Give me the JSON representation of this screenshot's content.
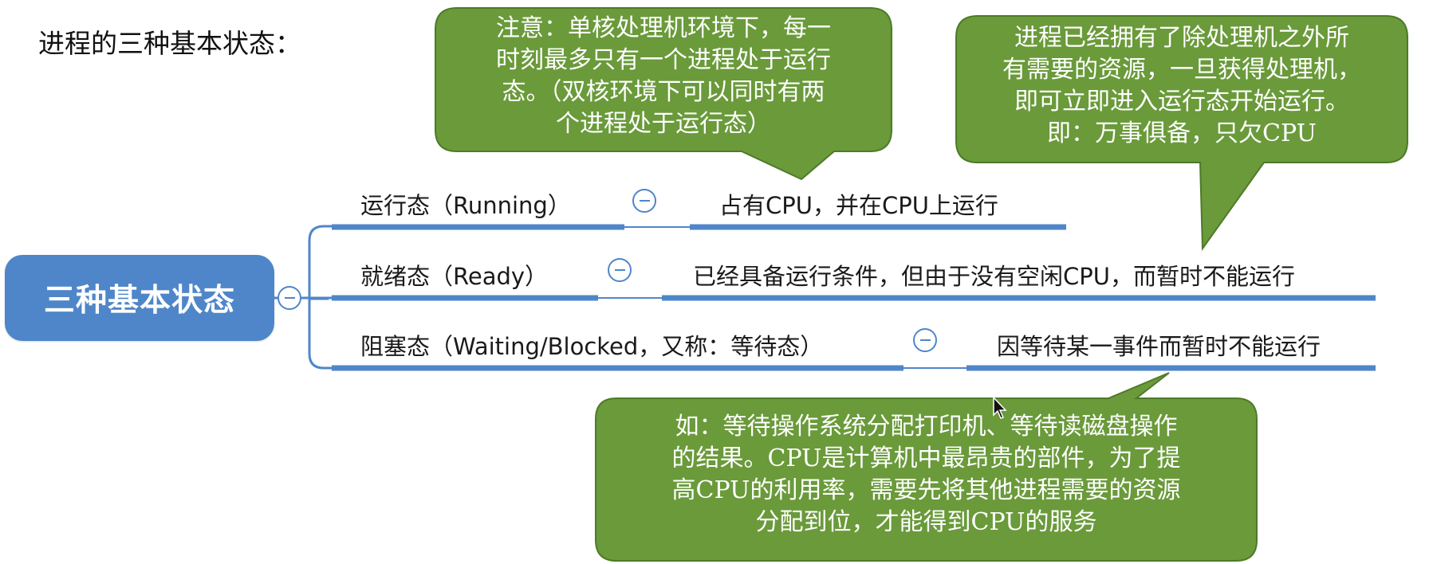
{
  "page_title": "进程的三种基本状态：",
  "root": {
    "label": "三种基本状态"
  },
  "branches": [
    {
      "label": "运行态（Running）",
      "description": "占有CPU，并在CPU上运行"
    },
    {
      "label": "就绪态（Ready）",
      "description": "已经具备运行条件，但由于没有空闲CPU，而暂时不能运行"
    },
    {
      "label": "阻塞态（Waiting/Blocked，又称：等待态）",
      "description": "因等待某一事件而暂时不能运行"
    }
  ],
  "callouts": {
    "running_note": {
      "lines": [
        "注意：单核处理机环境下，每一",
        "时刻最多只有一个进程处于运行",
        "态。（双核环境下可以同时有两",
        "个进程处于运行态）"
      ]
    },
    "ready_note": {
      "lines": [
        "进程已经拥有了除处理机之外所",
        "有需要的资源，一旦获得处理机，",
        "即可立即进入运行态开始运行。",
        "即：万事俱备，只欠CPU"
      ]
    },
    "blocked_note": {
      "lines": [
        "如：等待操作系统分配打印机、等待读磁盘操作",
        "的结果。CPU是计算机中最昂贵的部件，为了提",
        "高CPU的利用率，需要先将其他进程需要的资源",
        "分配到位，才能得到CPU的服务"
      ]
    }
  },
  "colors": {
    "node_blue": "#4f86c9",
    "callout_green": "#6a9a3a",
    "callout_border": "#4e7a28",
    "text_dark": "#1a1a1a"
  }
}
